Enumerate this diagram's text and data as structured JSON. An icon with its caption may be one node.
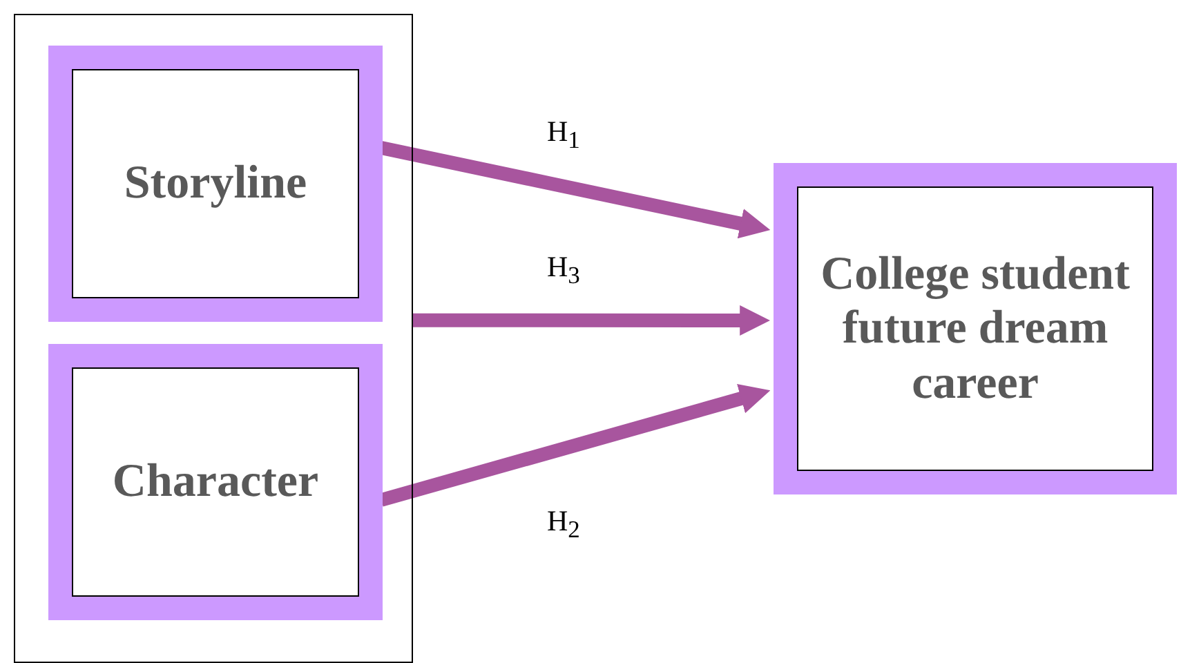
{
  "diagram": {
    "nodes": [
      {
        "text": [],
        "shape": "box"
      },
      {
        "text": [
          "Storyline"
        ],
        "in": 0
      },
      {
        "text": [
          "Character"
        ],
        "in": 0
      },
      {
        "text": [
          "College student future dream career"
        ]
      }
    ],
    "edges": [
      {
        "from": 1,
        "to": 3,
        "arrow": "to",
        "label": "H$_{1}$"
      },
      {
        "from": 0,
        "to": 3,
        "arrow": "to",
        "label": "H$_{3}$"
      },
      {
        "from": 2,
        "to": 3,
        "arrow": "to",
        "label": "H$_{2}$"
      }
    ]
  }
}
